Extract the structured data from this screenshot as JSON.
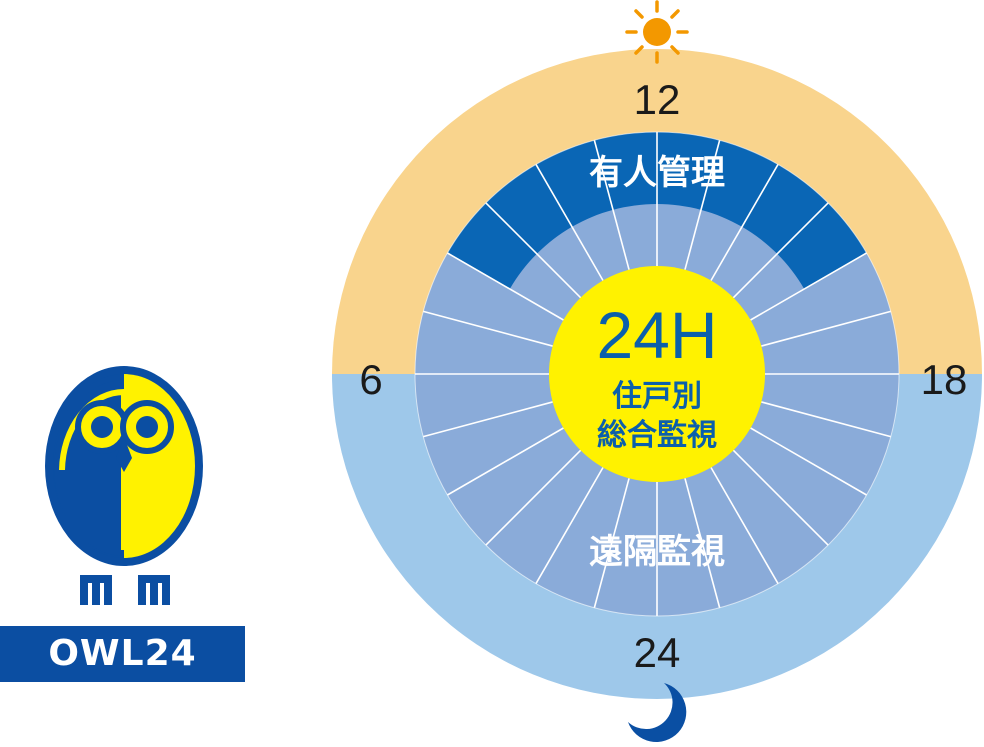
{
  "diagram": {
    "center": {
      "title": "24H",
      "subtitle_line1": "住戸別",
      "subtitle_line2": "総合監視"
    },
    "labels": {
      "top_band": "有人管理",
      "bottom_band": "遠隔監視"
    },
    "clock_numbers": {
      "top": "12",
      "left": "6",
      "right": "18",
      "bottom": "24"
    },
    "icons": {
      "top": "sun-icon",
      "bottom": "moon-icon"
    },
    "colors": {
      "day_ring": "#f9d48d",
      "night_ring": "#9ec8ea",
      "manned_band": "#0a66b5",
      "segments": "#8aabd9",
      "center_circle": "#fff200",
      "center_text": "#0b5fab",
      "sun": "#f39800",
      "moon": "#0a4fa3"
    }
  },
  "logo": {
    "brand_text": "OWL24",
    "icon": "owl-icon",
    "colors": {
      "blue": "#0b4ea2",
      "yellow": "#fff200"
    }
  }
}
